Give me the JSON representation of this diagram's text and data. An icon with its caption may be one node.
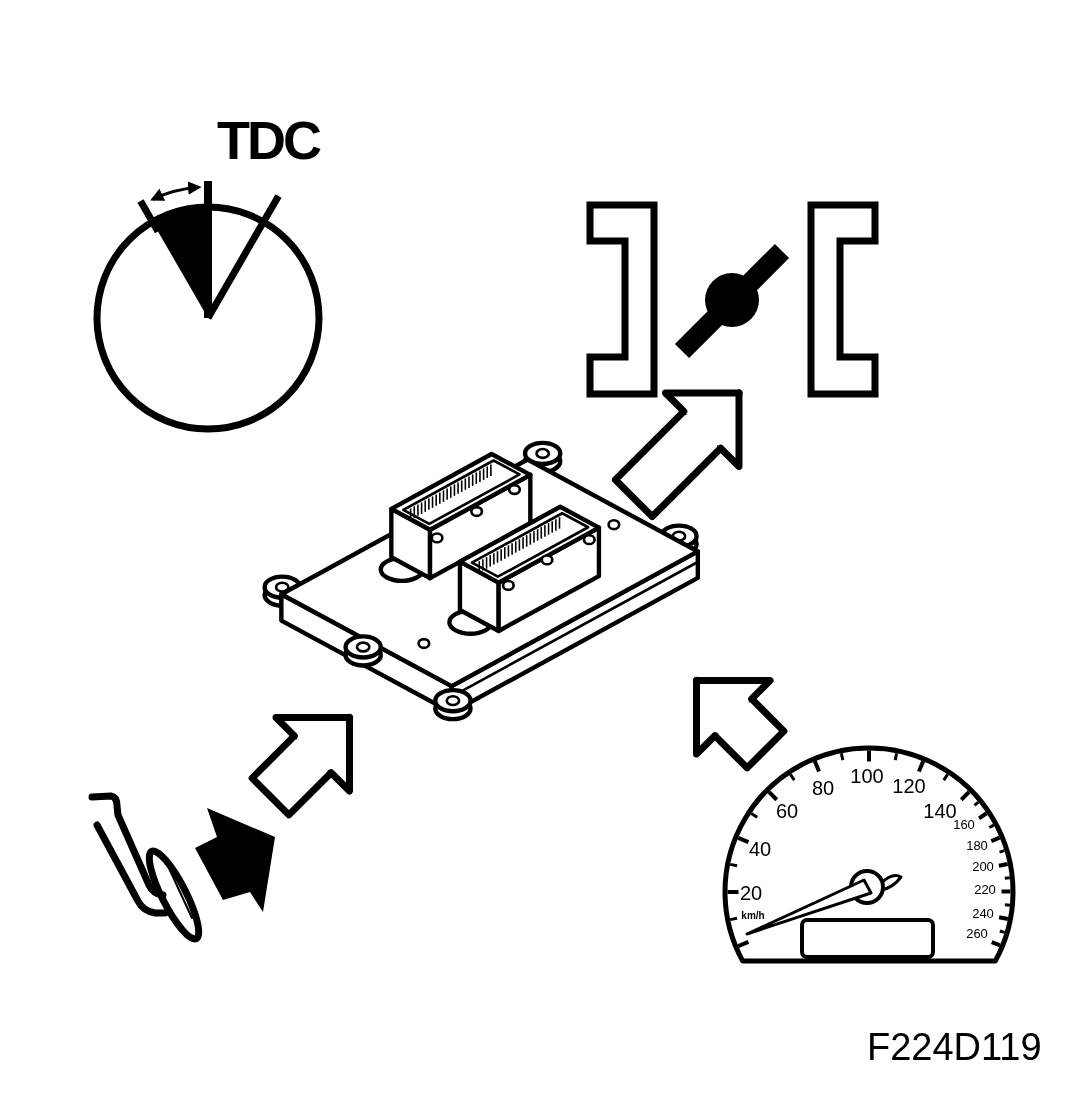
{
  "diagram": {
    "nodes": [
      {
        "text": [
          "TDC"
        ]
      },
      {
        "text": [],
        "shape": "picture"
      },
      {
        "text": [],
        "shape": "picture"
      },
      {
        "text": [],
        "shape": "picture"
      },
      {
        "text": [
          "20",
          "40",
          "60",
          "80",
          "100",
          "120",
          "140",
          "160",
          "180",
          "200",
          "220",
          "240",
          "260",
          "km/h"
        ]
      }
    ],
    "edges": [
      {
        "from": 2,
        "to": 1,
        "arrow": "to"
      },
      {
        "from": 4,
        "to": 2,
        "arrow": "to"
      },
      {
        "from": 3,
        "to": 2,
        "arrow": "to"
      }
    ],
    "labels": [
      "F224D119"
    ]
  }
}
